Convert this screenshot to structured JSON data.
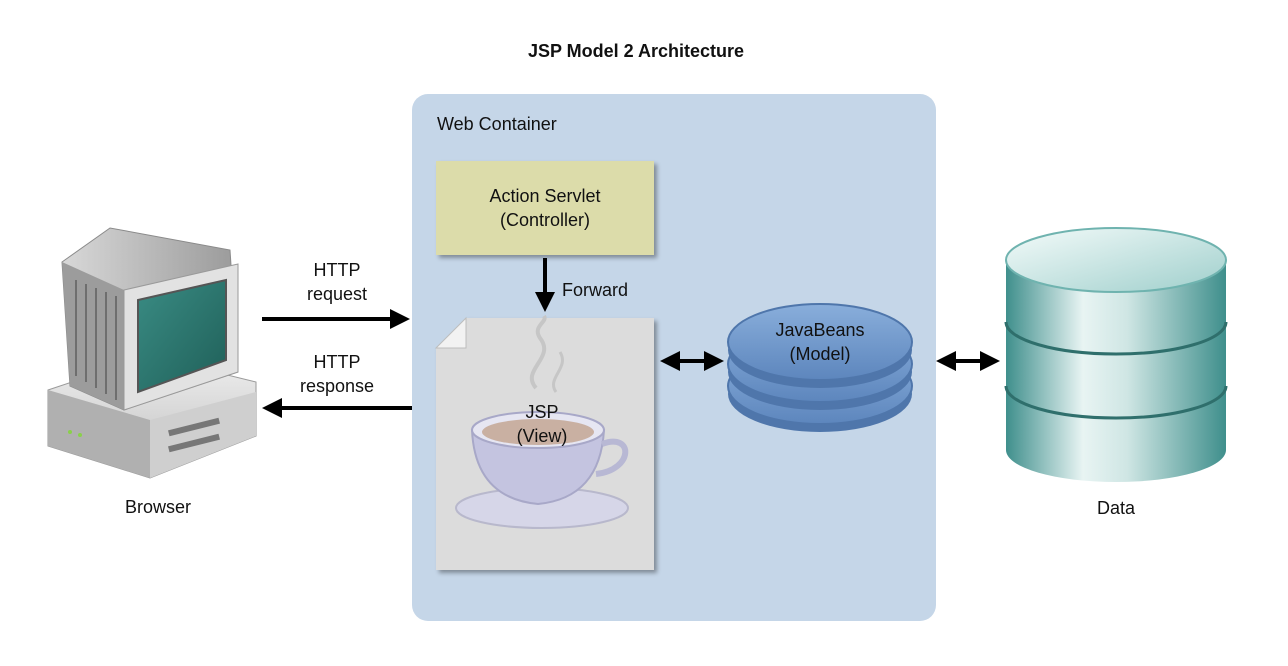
{
  "title": "JSP Model 2 Architecture",
  "container_label": "Web Container",
  "controller": {
    "line1": "Action Servlet",
    "line2": "(Controller)"
  },
  "forward_label": "Forward",
  "view": {
    "line1": "JSP",
    "line2": "(View)"
  },
  "model": {
    "line1": "JavaBeans",
    "line2": "(Model)"
  },
  "http_request": {
    "line1": "HTTP",
    "line2": "request"
  },
  "http_response": {
    "line1": "HTTP",
    "line2": "response"
  },
  "browser_label": "Browser",
  "data_label": "Data",
  "colors": {
    "container": "#c5d6e8",
    "controller": "#dcdcaa",
    "view_page": "#dcdcdc",
    "model": "#6b94c8",
    "database": "#5aa8a6",
    "monitor_screen": "#2d7a72"
  },
  "icons": {
    "browser": "desktop-computer-icon",
    "data": "database-cylinder-icon",
    "view": "java-coffee-cup-icon"
  }
}
